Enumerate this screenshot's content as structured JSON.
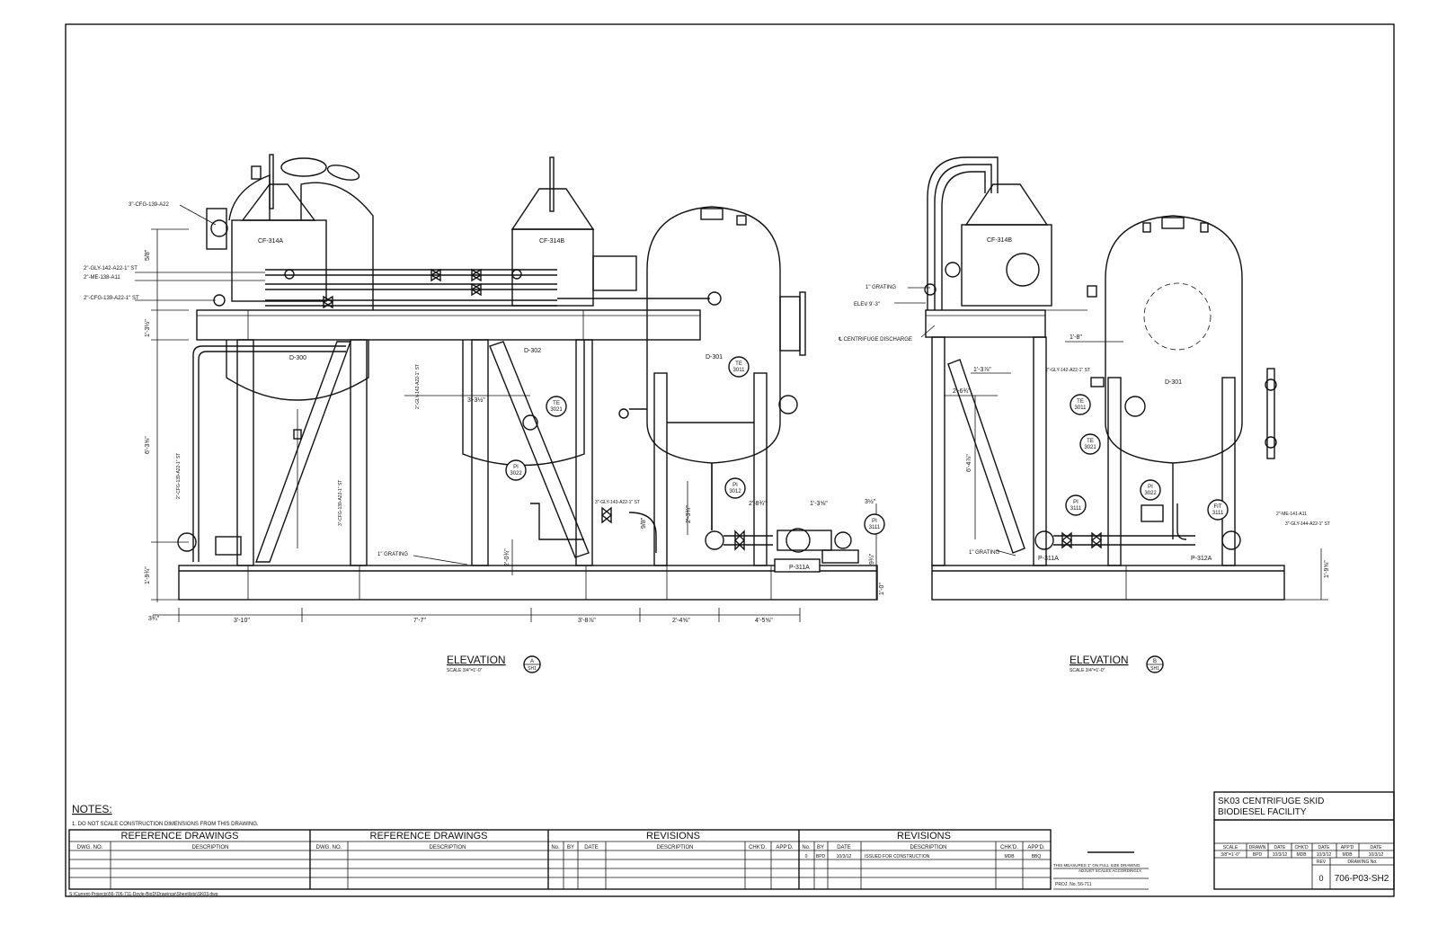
{
  "labels_a": {
    "cf314a": "CF-314A",
    "cf314b": "CF-314B",
    "d300": "D-300",
    "d302": "D-302",
    "d301": "D-301",
    "p311a": "P-311A",
    "grating": "1\" GRATING",
    "line1": "3\"-CFG-139-A22",
    "line2": "2\"-GLY-142-A22-1\" ST",
    "line3": "2\"-ME-138-A11",
    "line4": "2\"-CFG-139-A22-1\" ST",
    "vert1": "2\"-CFG-139-A22-1\" ST",
    "vert2": "2\"-GLY-142-A22-1\" ST",
    "vert3": "3\"-CFG-139-A22-1\" ST",
    "pipe5": "3\"-GLY-143-A22-1\" ST"
  },
  "instruments_a": {
    "te3011": [
      "TE",
      "3011"
    ],
    "te3021": [
      "TE",
      "3021"
    ],
    "pi3022": [
      "PI",
      "3022"
    ],
    "pi3012": [
      "PI",
      "3012"
    ],
    "pi3111": [
      "PI",
      "3111"
    ]
  },
  "dims_a": {
    "top1": "5/8\"",
    "h1": "1'-3½\"",
    "h2": "6'-3⅝\"",
    "h3": "1'-9¾\"",
    "h4": "2'-3¾\"",
    "h5": "9/8\"",
    "h6": "9¾\"",
    "h7": "1'-0\"",
    "h8": "2'-0¾\"",
    "mid1": "3'-3½\"",
    "mid2": "2'-8¾\"",
    "mid3": "1'-3⅝\"",
    "mid4": "3½\"",
    "b0": "3¾\"",
    "b1": "3'-10\"",
    "b2": "7'-7\"",
    "b3": "3'-8⅞\"",
    "b4": "2'-4⅝\"",
    "b5": "4'-5⅝\""
  },
  "title_a": {
    "title": "ELEVATION",
    "scale": "SCALE 3/4\"=1'-0\"",
    "bubble_top": "A",
    "bubble_bot": "SH1"
  },
  "labels_b": {
    "cf314b": "CF-314B",
    "grating_top": "1\" GRATING",
    "elev": "ELEV 9'-3\"",
    "cl": "℄ CENTRIFUGE DISCHARGE",
    "d301": "D-301",
    "p311a": "P-311A",
    "p312a": "P-312A",
    "grating_bot": "1\" GRATING",
    "pipe1": "2\"-GLY-142-A22-1\" ST",
    "pipe2": "2\"-ME-141-A11",
    "pipe3": "3\"-GLY-144-A22-1\" ST"
  },
  "instruments_b": {
    "te3011": [
      "TE",
      "3011"
    ],
    "te3021": [
      "TE",
      "3021"
    ],
    "pi3111": [
      "PI",
      "3111"
    ],
    "pi3022": [
      "PI",
      "3022"
    ],
    "fit3111": [
      "FIT",
      "3111"
    ]
  },
  "dims_b": {
    "d1": "1'-8\"",
    "d2": "1'-3⅞\"",
    "d3": "2'-6¾\"",
    "d4": "6'-4⅞\"",
    "d5": "1'-9⅝\""
  },
  "title_b": {
    "title": "ELEVATION",
    "scale": "SCALE 3/4\"=1'-0\"",
    "bubble_top": "B",
    "bubble_bot": "SH1"
  },
  "notes": {
    "heading": "NOTES:",
    "note1": "1.   DO NOT SCALE CONSTRUCTION DIMENSIONS FROM THIS DRAWING."
  },
  "ref_table_1": {
    "title": "REFERENCE DRAWINGS",
    "col1": "DWG. NO.",
    "col2": "DESCRIPTION"
  },
  "ref_table_2": {
    "title": "REFERENCE DRAWINGS",
    "col1": "DWG. NO.",
    "col2": "DESCRIPTION"
  },
  "rev_table_1": {
    "title": "REVISIONS",
    "cols": [
      "No.",
      "BY",
      "DATE",
      "DESCRIPTION",
      "CHK'D.",
      "APP'D."
    ]
  },
  "rev_table_2": {
    "title": "REVISIONS",
    "cols": [
      "No.",
      "BY",
      "DATE",
      "DESCRIPTION",
      "CHK'D.",
      "APP'D."
    ],
    "row1": [
      "0",
      "BPD",
      "10/3/12",
      "ISSUED FOR CONSTRUCTION",
      "MDB",
      "BBQ"
    ]
  },
  "scale_note": {
    "line1": "THIS MEASURES 1\" ON FULL SIZE DRAWING.",
    "line2": "ADJUST SCALES ACCORDINGLY.",
    "proj": "PROJ. No. 56-711"
  },
  "title_block": {
    "title1": "SK03 CENTRIFUGE SKID",
    "title2": "BIODIESEL FACILITY",
    "headers": [
      "SCALE",
      "DRAWN",
      "DATE",
      "CHK'D",
      "DATE",
      "APP'D",
      "DATE"
    ],
    "values": [
      "3/8\"=1'-0\"",
      "BPD",
      "10/3/12",
      "MDB",
      "10/3/12",
      "MDB",
      "10/3/12"
    ],
    "rev_label": "REV",
    "dwg_label": "DRAWING No.",
    "rev_value": "0",
    "dwg_value": "706-P03-SH2"
  },
  "filepath": "S:\\Current-Projects\\56-706-711-Doyle-BioD\\Drawings\\Sheetlists\\SK03.dwg"
}
